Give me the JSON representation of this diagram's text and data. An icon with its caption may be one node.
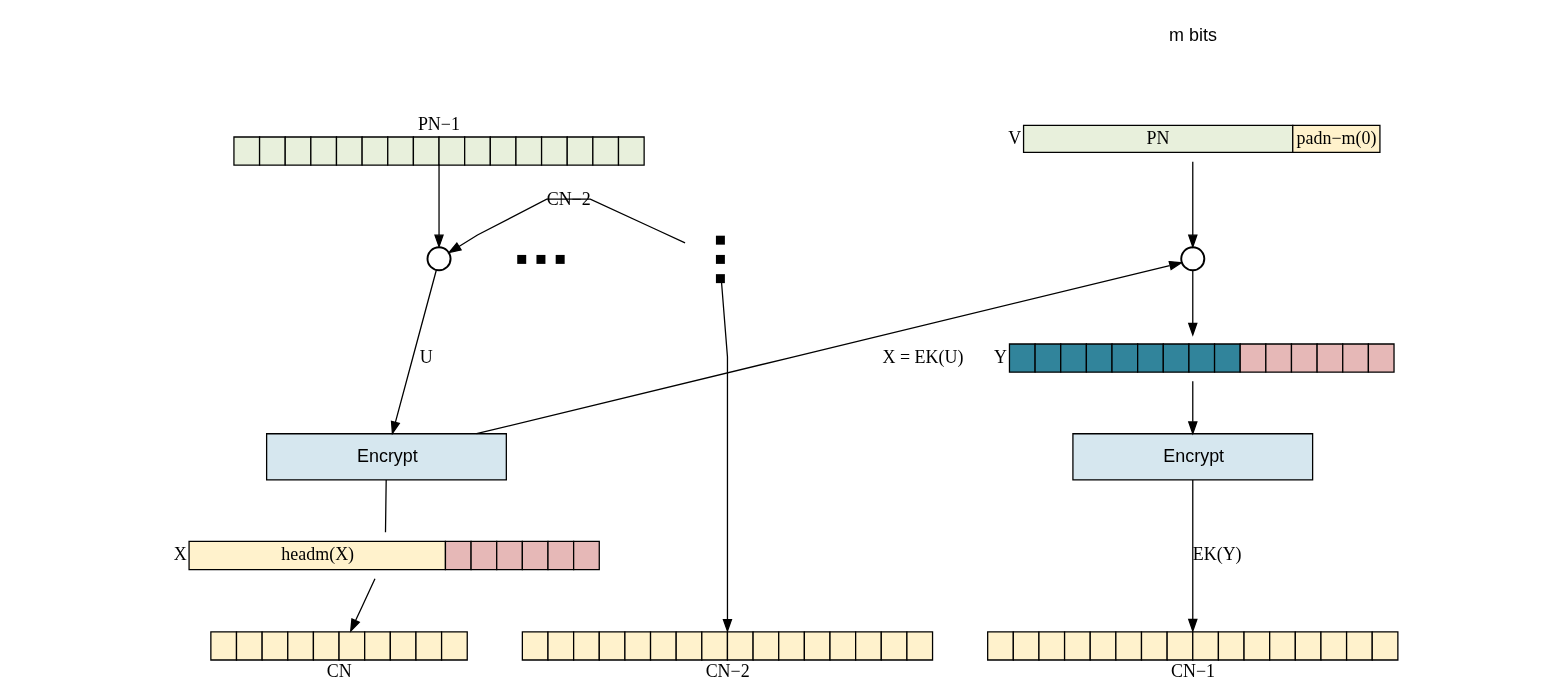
{
  "diagram": {
    "nodes": [
      {
        "text": [
          "PN−1"
        ]
      },
      {
        "text": [],
        "shape": "circle"
      },
      {
        "text": [
          "Encrypt"
        ]
      },
      {
        "text": [
          "X",
          "headm(X)"
        ]
      },
      {
        "text": [
          "V",
          "PN",
          "padn−m(0)"
        ]
      },
      {
        "text": [],
        "shape": "circle"
      },
      {
        "text": [
          "Y"
        ]
      },
      {
        "text": [
          "Encrypt"
        ]
      },
      {
        "text": [
          "CN−2"
        ]
      },
      {
        "text": [
          "CN−1"
        ]
      },
      {
        "text": [
          "CN"
        ]
      },
      {
        "text": [],
        "shape": "dots"
      },
      {
        "text": [],
        "shape": "dots"
      }
    ],
    "edges": [
      {
        "from": 0,
        "to": 1,
        "arrow": "to"
      },
      {
        "from": 12,
        "to": 1,
        "arrow": "to",
        "label": "CN−2"
      },
      {
        "from": 12,
        "to": 8,
        "arrow": "to"
      },
      {
        "from": 1,
        "to": 2,
        "arrow": "to",
        "label": "U"
      },
      {
        "from": 2,
        "to": 3,
        "arrow": "none"
      },
      {
        "from": 2,
        "to": 5,
        "arrow": "to",
        "label": "X = EK(U)"
      },
      {
        "from": 4,
        "to": 5,
        "arrow": "to"
      },
      {
        "from": 5,
        "to": 6,
        "arrow": "to"
      },
      {
        "from": 6,
        "to": 7,
        "arrow": "to"
      },
      {
        "from": 7,
        "to": 9,
        "arrow": "to",
        "label": "EK(Y)"
      },
      {
        "from": 3,
        "to": 10,
        "arrow": "to"
      }
    ],
    "labels": [
      "m bits"
    ]
  }
}
